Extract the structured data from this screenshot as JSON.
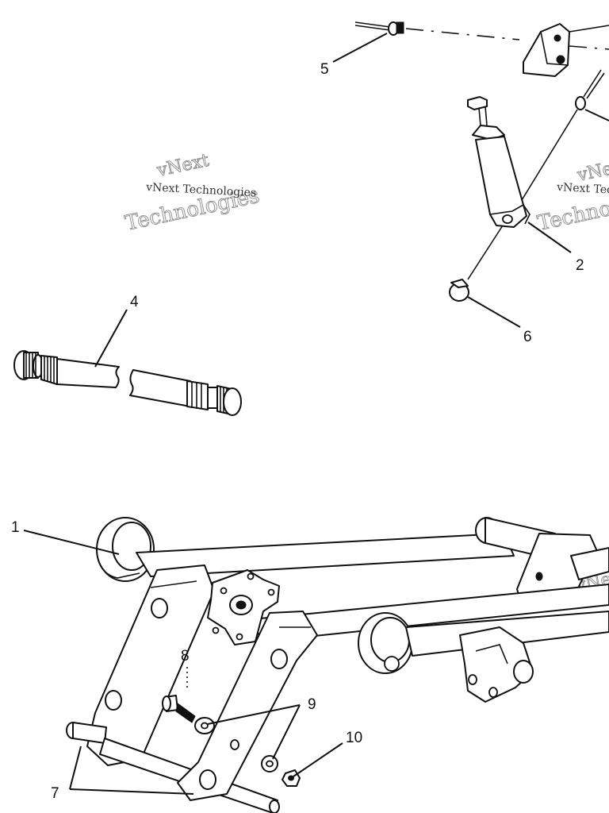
{
  "watermark": {
    "small": "vNext Technologies",
    "large_line1": "vNext",
    "large_line2": "Technologies"
  },
  "callouts": {
    "c1": "1",
    "c2": "2",
    "c4": "4",
    "c5": "5",
    "c6": "6",
    "c7": "7",
    "c8": "8",
    "c9": "9",
    "c10": "10"
  }
}
